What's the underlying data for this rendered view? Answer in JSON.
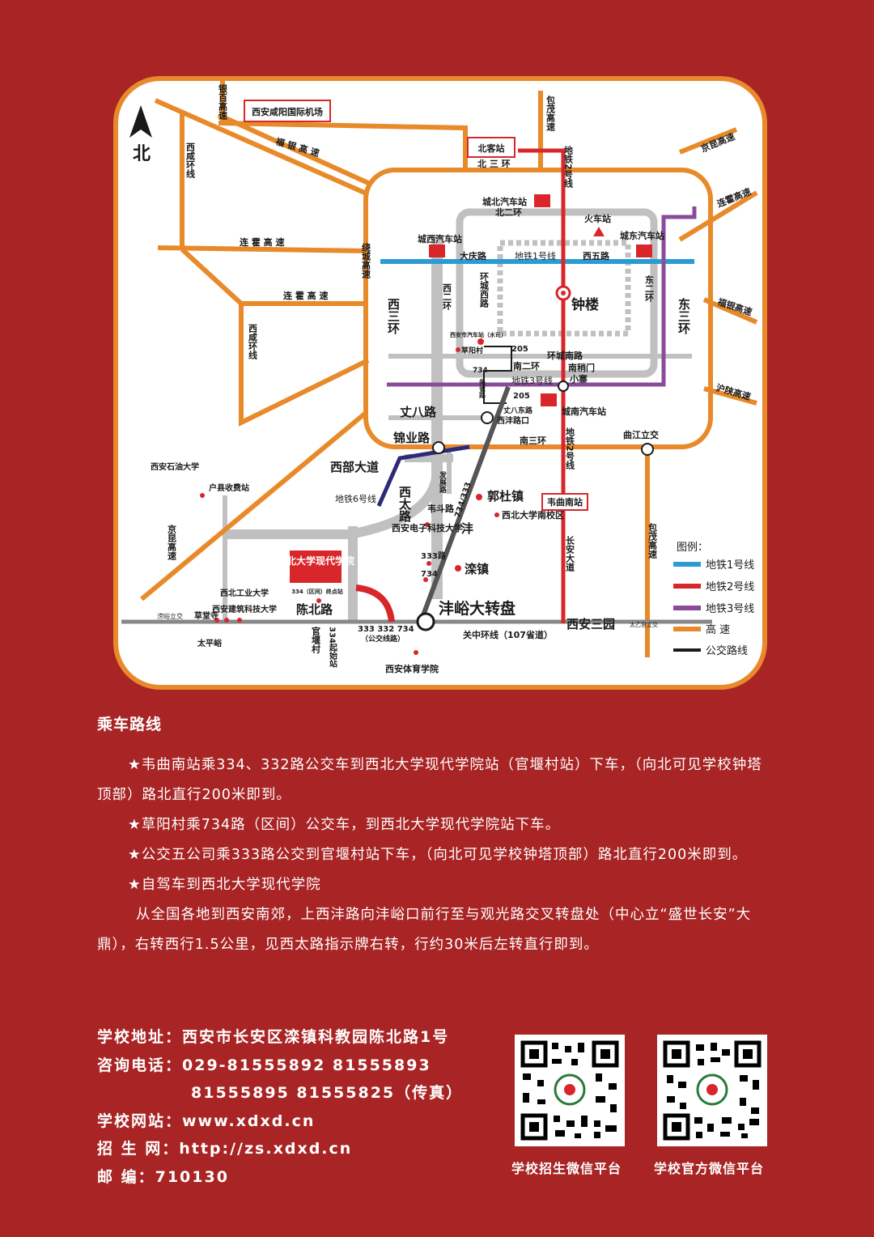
{
  "map": {
    "north": "北",
    "airport": "西安咸阳国际机场",
    "roads": {
      "yinbai": "银百高速",
      "fuyin": "福 银 高 速",
      "baomao": "包茂高速",
      "xixian": "西咸环线",
      "lianhuo1": "连 霍 高 速",
      "lianhuo2": "连 霍 高 速",
      "raocheng": "绕城高速",
      "xixian2": "西咸环线",
      "jingkun_ne": "京昆高速",
      "lianhuo_ne": "连霍高速",
      "fuyin_e": "福银高速",
      "hushan": "沪陕高速",
      "beisanhuan": "北 三 环",
      "beierhuan": "北二环",
      "xisanhuan": "西三环",
      "xierhuan": "西二环",
      "huancheng_xi": "环城西路",
      "dongerhuan": "东二环",
      "dongsanhuan": "东三环",
      "daqing": "大庆路",
      "xiwu": "西五路",
      "huancheng_nan": "环城南路",
      "nanerhuan": "南二环",
      "nansanhuan": "南三环",
      "zhangba": "丈八路",
      "jinye": "锦业路",
      "xibu": "西部大道",
      "xitai": "西太路",
      "xifeng": "沣",
      "fazhan": "发展路",
      "weidou": "韦斗路",
      "chenbei": "陈北路",
      "guanzhong": "关中环线（107省道）",
      "changan": "长安大道",
      "jingkun_w": "京昆高速",
      "baomao_s": "包茂高速",
      "ditie1": "地铁1号线",
      "ditie2n": "地铁2号线",
      "ditie2s": "地铁2号线",
      "ditie3": "地铁3号线",
      "ditie6": "地铁6号线",
      "r333": "333路",
      "r734": "734",
      "r734_333": "734/333"
    },
    "places": {
      "beike": "北客站",
      "chengbei": "城北汽车站",
      "huoche": "火车站",
      "chengxi": "城西汽车站",
      "chengdong": "城东汽车站",
      "zhonglou": "钟楼",
      "xianshi": "西安市汽车站（水司）",
      "caoyang": "草阳村",
      "b205a": "205",
      "b205b": "205",
      "nanshaomen": "南稍门",
      "xiaozhai": "小寨",
      "zhuque": "朱雀路",
      "zhangbadong": "丈八东路",
      "xifengkou": "西沣路口",
      "chengnan": "城南汽车站",
      "qujiang": "曲江立交",
      "shiyou": "西安石油大学",
      "huxian": "户县收费站",
      "guodu": "郭杜镇",
      "xdnan": "西北大学南校区",
      "dianzi": "西安电子科技大学",
      "weiqunan": "韦曲南站",
      "luanzhen": "滦镇",
      "school": "西北大学现代学院",
      "stop_name": "334（区间）终点站",
      "xgy": "西北工业大学",
      "jianzhu": "西安建筑科技大学",
      "laoyu": "涝峪立交",
      "caotang": "草堂寺",
      "taiping": "太平峪",
      "guanyan": "官堰村",
      "qishi": "334起始站",
      "buses": "333 332 734",
      "bus_sub": "（公交线路）",
      "fengyu": "沣峪大转盘",
      "tiyu": "西安体育学院",
      "xasanyuan": "西安三园",
      "taiyi": "太乙宫立交"
    },
    "legend": {
      "title": "图例：",
      "l1": "地铁1号线",
      "l2": "地铁2号线",
      "l3": "地铁3号线",
      "l4": "高 速",
      "l5": "公交路线"
    }
  },
  "colors": {
    "background": "#a92424",
    "highway": "#e88a2a",
    "metro1": "#2b9bd6",
    "metro2": "#d9262a",
    "metro3": "#8a4c9a",
    "metro6": "#2e2a7a",
    "bus": "#1a1a1a",
    "city_road": "#c0c0c0"
  },
  "routes": {
    "title": "乘车路线",
    "p1": "★韦曲南站乘334、332路公交车到西北大学现代学院站（官堰村站）下车，（向北可见学校钟塔顶部）路北直行200米即到。",
    "p2": "★草阳村乘734路（区间）公交车，到西北大学现代学院站下车。",
    "p3": "★公交五公司乘333路公交到官堰村站下车，（向北可见学校钟塔顶部）路北直行200米即到。",
    "p4": "★自驾车到西北大学现代学院",
    "p5": "从全国各地到西安南郊，上西沣路向沣峪口前行至与观光路交叉转盘处（中心立“盛世长安”大鼎），右转西行1.5公里，见西太路指示牌右转，行约30米后左转直行即到。"
  },
  "contact": {
    "address": "学校地址：西安市长安区滦镇科教园陈北路1号",
    "phone1": "咨询电话：029-81555892  81555893",
    "phone2": "81555895  81555825（传真）",
    "website": "学校网站：www.xdxd.cn",
    "zs": "招 生 网：http://zs.xdxd.cn",
    "postcode": "邮    编：710130"
  },
  "qr": {
    "cap1": "学校招生微信平台",
    "cap2": "学校官方微信平台"
  }
}
